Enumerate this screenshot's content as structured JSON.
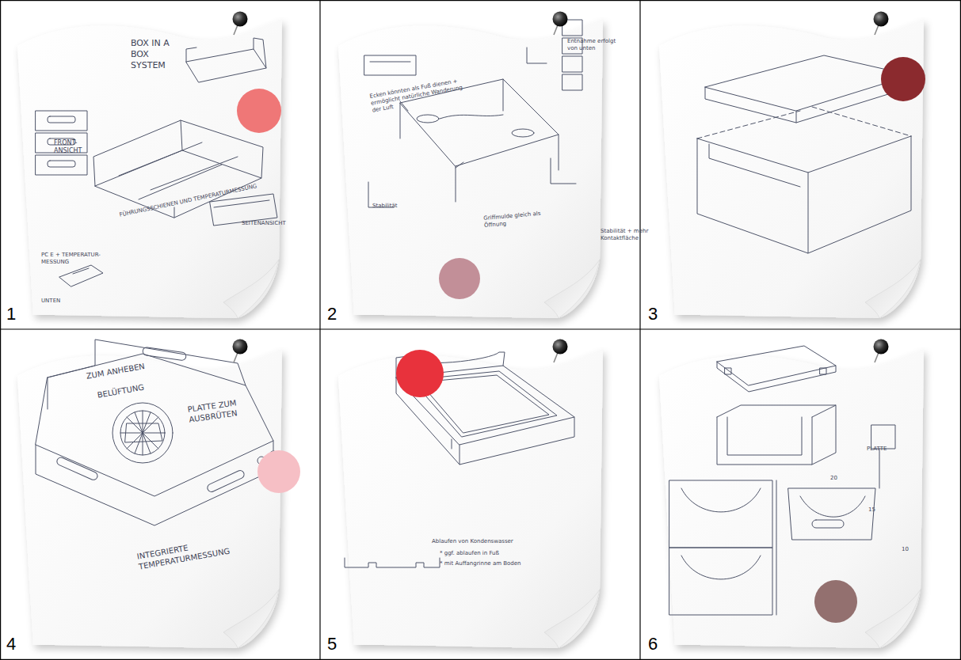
{
  "diagram": {
    "labels": [
      "1",
      "BOX IN A BOX SYSTEM",
      "FRONT-ANSICHT",
      "FÜHRUNGSSCHIENEN UND TEMPERATURMESSUNG",
      "PC E + TEMPERATUR-MESSUNG",
      "SEITENANSICHT",
      "UNTEN",
      "2",
      "Ecken könnten als Fuß dienen + ermöglicht natürliche Wanderung der Luft",
      "Entnahme erfolgt von unten",
      "Stabilität",
      "Griffmulde gleich als Öffnung",
      "Stabilität + mehr Kontaktfläche",
      "3",
      "4",
      "ZUM ANHEBEN",
      "BELÜFTUNG",
      "PLATTE ZUM AUSBRÜTEN",
      "INTEGRIERTE TEMPERATURMESSUNG",
      "5",
      "Ablaufen von Kondenswasser",
      "* ggf. ablaufen in Fuß",
      "* mit Auffangrinne am Boden",
      "6",
      "PLATTE",
      "20",
      "15",
      "10"
    ]
  }
}
